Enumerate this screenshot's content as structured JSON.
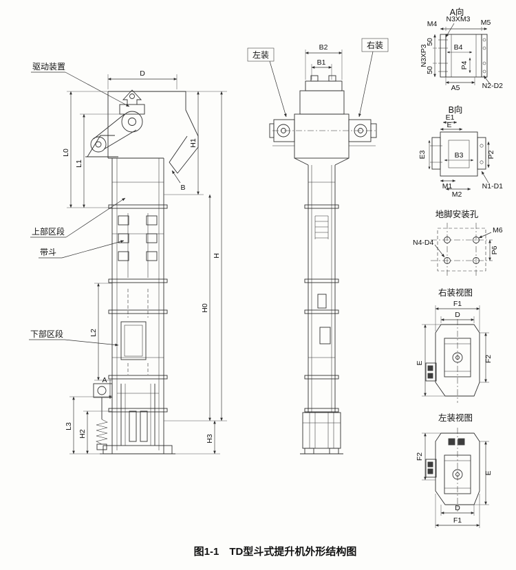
{
  "caption": "图1-1　TD型斗式提升机外形结构图",
  "front_view": {
    "callouts": {
      "drive_unit": "驱动装置",
      "upper_section": "上部区段",
      "buckets": "带斗",
      "lower_section": "下部区段"
    },
    "dims": {
      "d": "D",
      "l0": "L0",
      "l1": "L1",
      "l2": "L2",
      "l3": "L3",
      "h": "H",
      "h0": "H0",
      "h1": "H1",
      "h2": "H2",
      "h3": "H3",
      "section_a": "A",
      "chute_b": "B"
    }
  },
  "side_view": {
    "callouts": {
      "left_install": "左装",
      "right_install": "右装"
    },
    "dims": {
      "b1": "B1",
      "b2": "B2"
    }
  },
  "view_a": {
    "title": "A向",
    "labels": {
      "m4": "M4",
      "n3xm3": "N3XM3",
      "m5": "M5",
      "n3xp3": "N3XP3",
      "fifty_1": "50",
      "fifty_2": "50",
      "b4": "B4",
      "p4": "P4",
      "a5": "A5",
      "n2_d2": "N2-D2"
    }
  },
  "view_b": {
    "title": "B向",
    "labels": {
      "e1": "E1",
      "e": "E",
      "e3": "E3",
      "b3": "B3",
      "m1": "M1",
      "m2": "M2",
      "n1_d1": "N1-D1",
      "p2": "P2"
    }
  },
  "foundation_view": {
    "title": "地脚安装孔",
    "labels": {
      "n4_d4": "N4-D4",
      "m6": "M6",
      "p6": "P6"
    }
  },
  "right_install_view": {
    "title": "右装视图",
    "dims": {
      "f1": "F1",
      "d": "D",
      "e": "E",
      "f2": "F2"
    }
  },
  "left_install_view": {
    "title": "左装视图",
    "dims": {
      "f2": "F2",
      "e": "E",
      "d": "D",
      "f1": "F1"
    }
  }
}
